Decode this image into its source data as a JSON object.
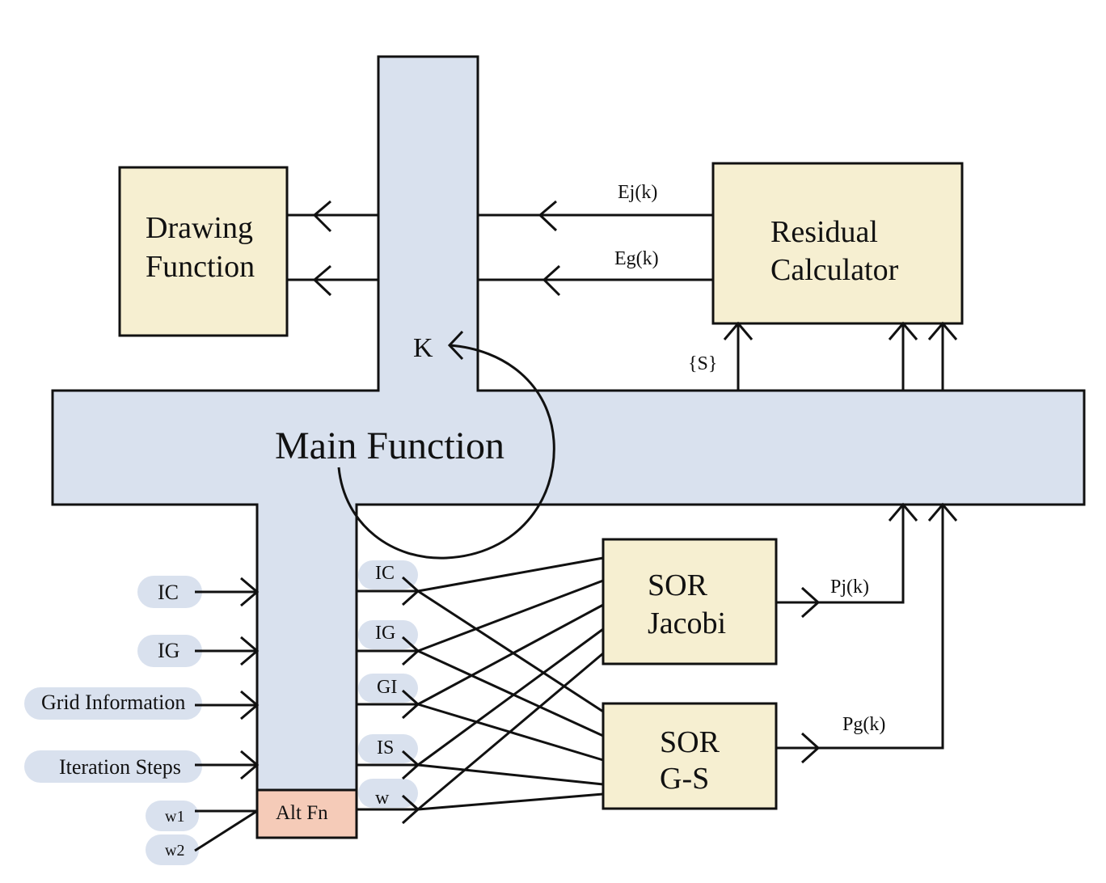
{
  "nodes": {
    "main_function": "Main Function",
    "drawing_function": [
      "Drawing",
      "Function"
    ],
    "residual_calculator": [
      "Residual",
      "Calculator"
    ],
    "sor_jacobi": [
      "SOR",
      "Jacobi"
    ],
    "sor_gs": [
      "SOR",
      "G-S"
    ],
    "alt_fn": "Alt Fn"
  },
  "edge_labels": {
    "ej": "Ej(k)",
    "eg": "Eg(k)",
    "s": "{S}",
    "k": "K",
    "pj": "Pj(k)",
    "pg": "Pg(k)"
  },
  "inputs": {
    "ic": "IC",
    "ig": "IG",
    "grid_information": "Grid Information",
    "iteration_steps": "Iteration Steps",
    "w1": "w1",
    "w2": "w2"
  },
  "outputs": {
    "ic": "IC",
    "ig": "IG",
    "gi": "GI",
    "is": "IS",
    "w": "w"
  },
  "colors": {
    "process_box": "#f6efd1",
    "main_function_shape": "#d9e1ee",
    "alt_fn_box": "#f5cbb8",
    "input_pill": "#d9e1ee",
    "line": "#111111"
  }
}
